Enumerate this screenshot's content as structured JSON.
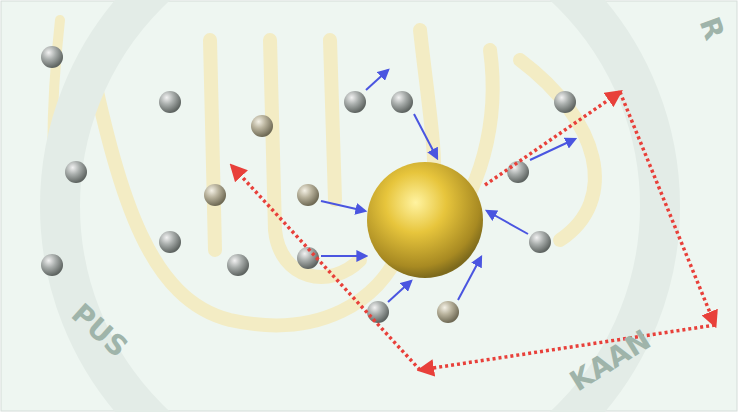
{
  "diagram": {
    "labels": [
      "PUS",
      "KAAN",
      "R"
    ]
  }
}
